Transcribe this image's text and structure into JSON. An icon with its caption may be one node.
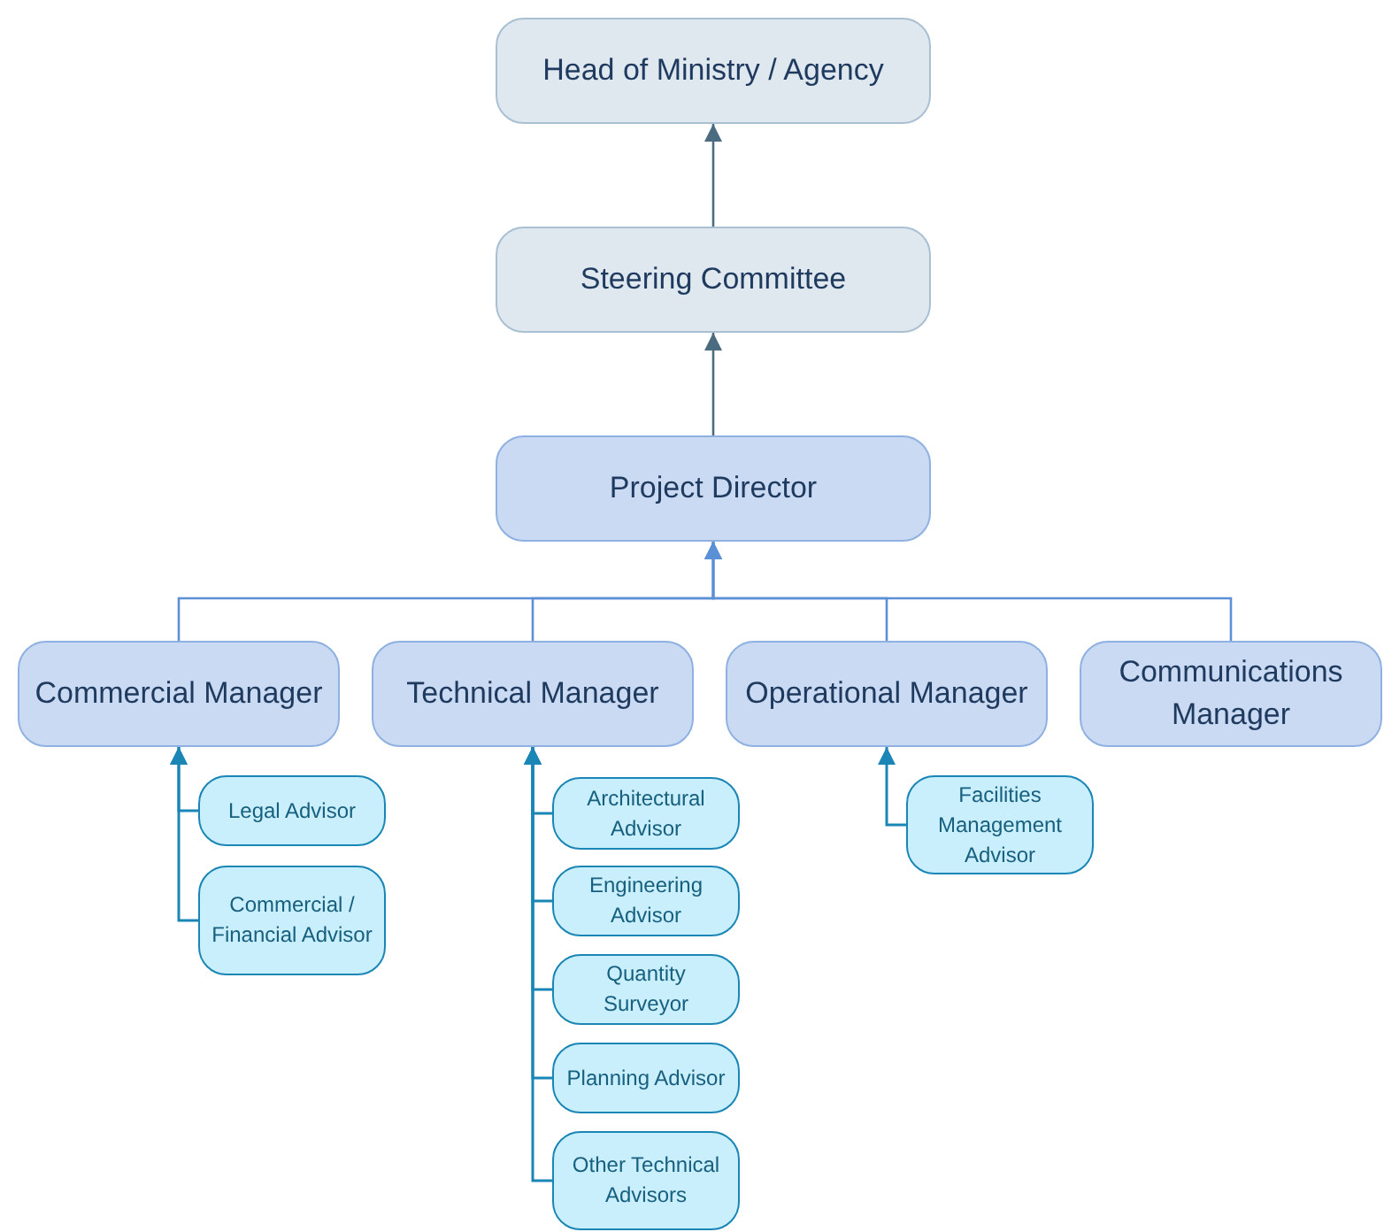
{
  "diagram": {
    "nodes": [
      {
        "text": [
          "Head of Ministry / Agency"
        ]
      },
      {
        "text": [
          "Steering Committee"
        ]
      },
      {
        "text": [
          "Project Director"
        ]
      },
      {
        "text": [
          "Commercial Manager"
        ]
      },
      {
        "text": [
          "Technical Manager"
        ]
      },
      {
        "text": [
          "Operational Manager"
        ]
      },
      {
        "text": [
          "Communications Manager"
        ]
      },
      {
        "text": [
          "Legal Advisor"
        ]
      },
      {
        "text": [
          "Commercial / Financial Advisor"
        ]
      },
      {
        "text": [
          "Architectural Advisor"
        ]
      },
      {
        "text": [
          "Engineering Advisor"
        ]
      },
      {
        "text": [
          "Quantity Surveyor"
        ]
      },
      {
        "text": [
          "Planning Advisor"
        ]
      },
      {
        "text": [
          "Other Technical Advisors"
        ]
      },
      {
        "text": [
          "Facilities Management Advisor"
        ]
      }
    ],
    "edges": [
      {
        "from": 1,
        "to": 0,
        "arrow": "to",
        "color": "#4a6b80"
      },
      {
        "from": 2,
        "to": 1,
        "arrow": "to",
        "color": "#4a6b80"
      },
      {
        "from": 3,
        "to": 2,
        "arrow": "to",
        "color": "#5b8fd6"
      },
      {
        "from": 4,
        "to": 2,
        "arrow": "to",
        "color": "#5b8fd6"
      },
      {
        "from": 5,
        "to": 2,
        "arrow": "to",
        "color": "#5b8fd6"
      },
      {
        "from": 6,
        "to": 2,
        "arrow": "to",
        "color": "#5b8fd6"
      },
      {
        "from": 7,
        "to": 3,
        "arrow": "to"
      },
      {
        "from": 8,
        "to": 3,
        "arrow": "to"
      },
      {
        "from": 9,
        "to": 4,
        "arrow": "to"
      },
      {
        "from": 10,
        "to": 4,
        "arrow": "to"
      },
      {
        "from": 11,
        "to": 4,
        "arrow": "to"
      },
      {
        "from": 12,
        "to": 4,
        "arrow": "to"
      },
      {
        "from": 13,
        "to": 4,
        "arrow": "to"
      },
      {
        "from": 14,
        "to": 5,
        "arrow": "to"
      }
    ]
  }
}
